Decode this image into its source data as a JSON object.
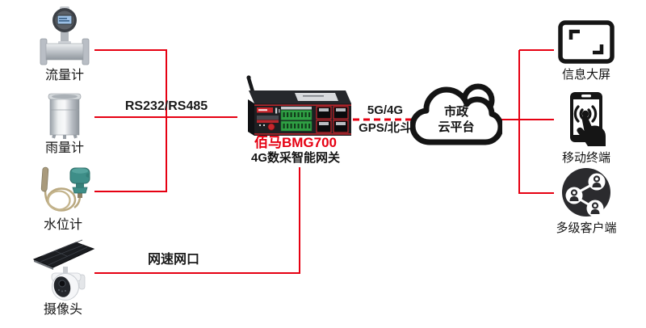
{
  "colors": {
    "wire": "#e60012",
    "brand": "#e60012",
    "ink": "#111111"
  },
  "sources": [
    {
      "id": "flow-meter",
      "label": "流量计"
    },
    {
      "id": "rain-gauge",
      "label": "雨量计"
    },
    {
      "id": "water-level",
      "label": "水位计"
    },
    {
      "id": "camera",
      "label": "摄像头"
    }
  ],
  "gateway": {
    "model": "佰马BMG700",
    "name": "4G数采智能网关"
  },
  "links": {
    "serial": "RS232/RS485",
    "lan": "网速网口",
    "cellular": "5G/4G",
    "gnss": "GPS/北斗"
  },
  "cloud": {
    "line1": "市政",
    "line2": "云平台"
  },
  "clients": [
    {
      "id": "info-screen",
      "label": "信息大屏"
    },
    {
      "id": "mobile-terminal",
      "label": "移动终端"
    },
    {
      "id": "multi-client",
      "label": "多级客户端"
    }
  ]
}
